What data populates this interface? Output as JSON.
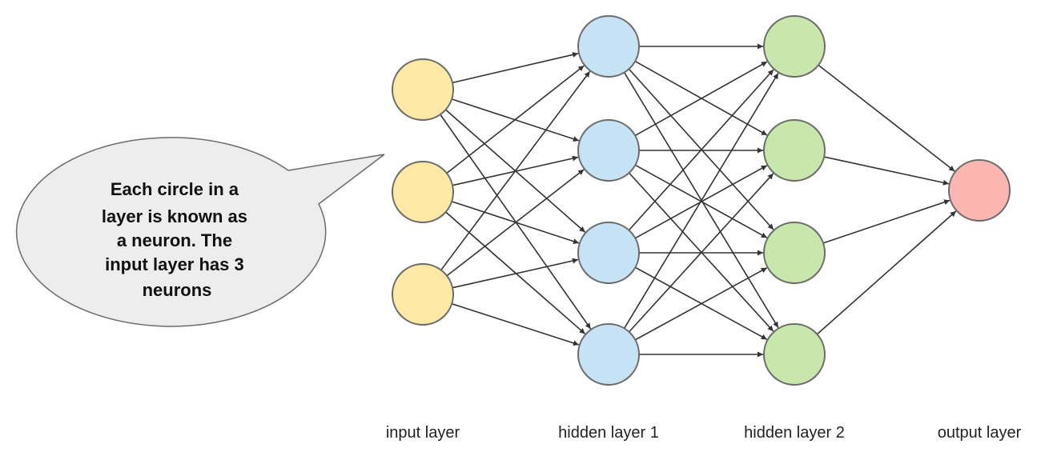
{
  "callout": {
    "lines": [
      "Each circle in a",
      "layer is known as",
      "a neuron. The",
      "input layer has 3",
      "neurons"
    ]
  },
  "layers": [
    {
      "label": "input layer",
      "neurons": 3,
      "color": "#fde8a6"
    },
    {
      "label": "hidden layer 1",
      "neurons": 4,
      "color": "#c6e2f5"
    },
    {
      "label": "hidden layer 2",
      "neurons": 4,
      "color": "#c9e6ac"
    },
    {
      "label": "output layer",
      "neurons": 1,
      "color": "#fbb6b1"
    }
  ],
  "colors": {
    "neuron_stroke": "#6b6b6b",
    "edge": "#333333",
    "callout_fill": "#ededed",
    "callout_stroke": "#6b6b6b"
  }
}
